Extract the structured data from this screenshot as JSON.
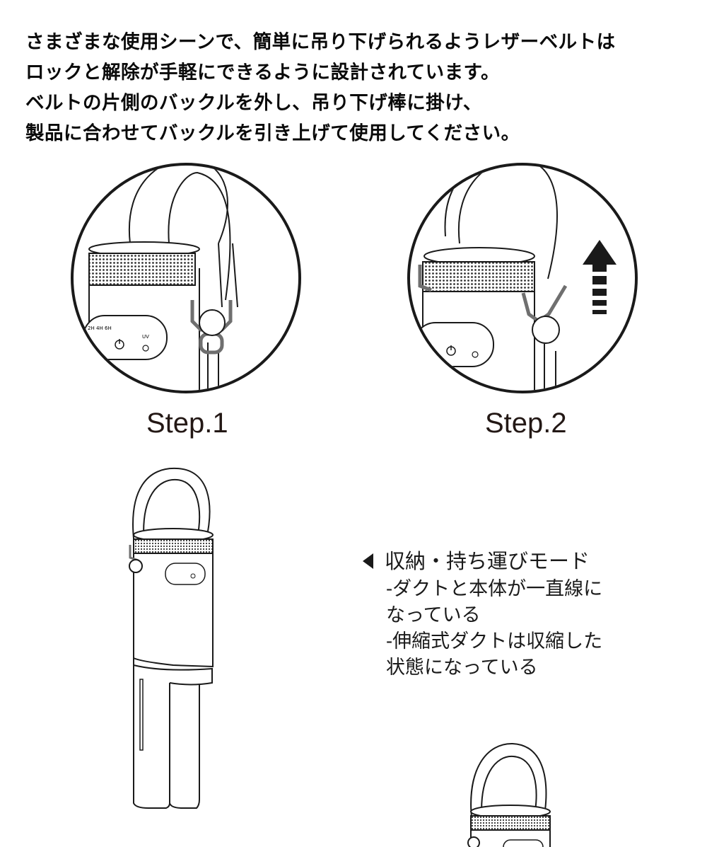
{
  "intro": {
    "lines": [
      "さまざまな使用シーンで、簡単に吊り下げられるようレザーベルトは",
      "ロックと解除が手軽にできるように設計されています。",
      "ベルトの片側のバックルを外し、吊り下げ棒に掛け、",
      "製品に合わせてバックルを引き上げて使用してください。"
    ]
  },
  "steps": [
    {
      "label": "Step.1"
    },
    {
      "label": "Step.2"
    }
  ],
  "panel": {
    "timers": [
      "2H",
      "4H",
      "6H"
    ],
    "uv_label": "UV"
  },
  "mode": {
    "title": "収納・持ち運びモード",
    "lines": [
      "-ダクトと本体が一直線に",
      "なっている",
      "-伸縮式ダクトは収縮した",
      "状態になっている"
    ]
  },
  "colors": {
    "line": "#1a1a1a",
    "buckle": "#6f6f6f",
    "text": "#231815"
  },
  "icons": {
    "up": "up-arrow-icon",
    "power": "power-icon",
    "timer": "timer-icon",
    "sun": "sun-icon",
    "pointer": "left-triangle-icon"
  }
}
